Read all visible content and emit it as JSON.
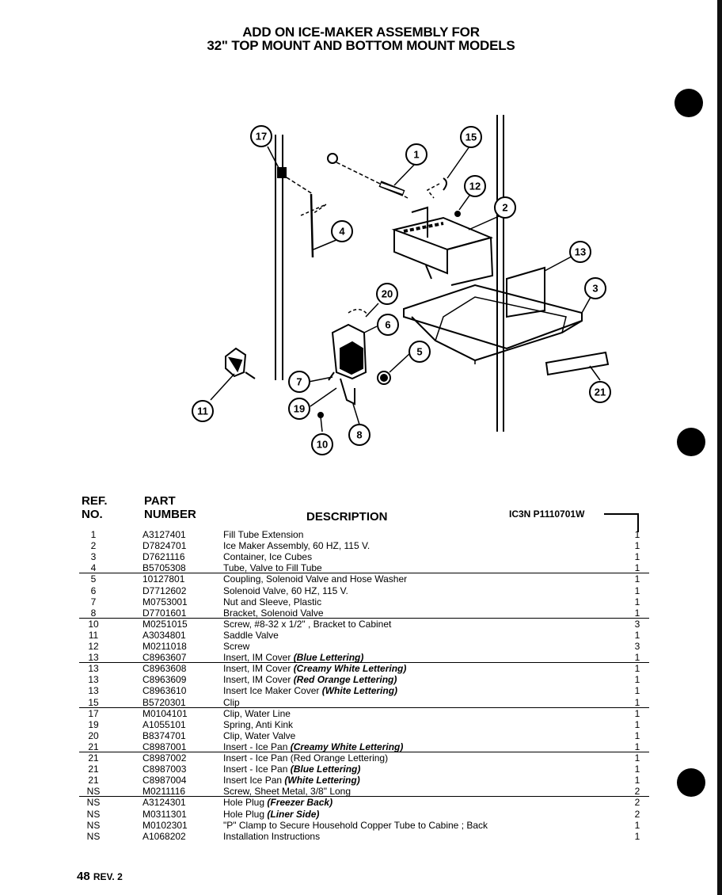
{
  "title": {
    "line1": "ADD ON ICE-MAKER ASSEMBLY FOR",
    "line2": "32\" TOP MOUNT AND BOTTOM MOUNT MODELS"
  },
  "callouts": [
    "1",
    "2",
    "3",
    "4",
    "5",
    "6",
    "7",
    "8",
    "10",
    "11",
    "12",
    "13",
    "15",
    "17",
    "19",
    "20",
    "21"
  ],
  "table": {
    "headers": {
      "ref_line1": "REF.",
      "ref_line2": "NO.",
      "part_line1": "PART",
      "part_line2": "NUMBER",
      "description": "DESCRIPTION"
    },
    "code": "IC3N  P1110701W",
    "rows": [
      {
        "ref": "1",
        "part": "A3127401",
        "desc": "Fill Tube Extension",
        "note": "",
        "qty": "1"
      },
      {
        "ref": "2",
        "part": "D7824701",
        "desc": "Ice Maker Assembly, 60 HZ, 115 V.",
        "note": "",
        "qty": "1"
      },
      {
        "ref": "3",
        "part": "D7621116",
        "desc": "Container, Ice Cubes",
        "note": "",
        "qty": "1"
      },
      {
        "ref": "4",
        "part": "B5705308",
        "desc": "Tube, Valve to Fill Tube",
        "note": "",
        "qty": "1"
      },
      {
        "ref": "5",
        "part": "10127801",
        "desc": "Coupling, Solenoid Valve and Hose Washer",
        "note": "",
        "qty": "1"
      },
      {
        "ref": "6",
        "part": "D7712602",
        "desc": "Solenoid Valve, 60 HZ, 115 V.",
        "note": "",
        "qty": "1"
      },
      {
        "ref": "7",
        "part": "M0753001",
        "desc": "Nut and Sleeve, Plastic",
        "note": "",
        "qty": "1"
      },
      {
        "ref": "8",
        "part": "D7701601",
        "desc": "Bracket, Solenoid Valve",
        "note": "",
        "qty": "1"
      },
      {
        "ref": "10",
        "part": "M0251015",
        "desc": "Screw, #8-32 x 1/2\" , Bracket to Cabinet",
        "note": "",
        "qty": "3"
      },
      {
        "ref": "11",
        "part": "A3034801",
        "desc": "Saddle Valve",
        "note": "",
        "qty": "1"
      },
      {
        "ref": "12",
        "part": "M0211018",
        "desc": "Screw",
        "note": "",
        "qty": "3"
      },
      {
        "ref": "13",
        "part": "C8963607",
        "desc": "Insert, IM Cover ",
        "note": "(Blue Lettering)",
        "qty": "1"
      },
      {
        "ref": "13",
        "part": "C8963608",
        "desc": "Insert, IM Cover ",
        "note": "(Creamy White Lettering)",
        "qty": "1"
      },
      {
        "ref": "13",
        "part": "C8963609",
        "desc": "Insert, IM Cover ",
        "note": "(Red Orange Lettering)",
        "qty": "1"
      },
      {
        "ref": "13",
        "part": "C8963610",
        "desc": "Insert Ice Maker Cover ",
        "note": "(White Lettering)",
        "qty": "1"
      },
      {
        "ref": "15",
        "part": "B5720301",
        "desc": "Clip",
        "note": "",
        "qty": "1"
      },
      {
        "ref": "17",
        "part": "M0104101",
        "desc": "Clip, Water Line",
        "note": "",
        "qty": "1"
      },
      {
        "ref": "19",
        "part": "A1055101",
        "desc": "Spring, Anti Kink",
        "note": "",
        "qty": "1"
      },
      {
        "ref": "20",
        "part": "B8374701",
        "desc": "Clip, Water Valve",
        "note": "",
        "qty": "1"
      },
      {
        "ref": "21",
        "part": "C8987001",
        "desc": "Insert - Ice Pan ",
        "note": "(Creamy White Lettering)",
        "qty": "1"
      },
      {
        "ref": "21",
        "part": "C8987002",
        "desc": "Insert - Ice Pan (Red Orange Lettering)",
        "note": "",
        "qty": "1"
      },
      {
        "ref": "21",
        "part": "C8987003",
        "desc": "Insert - Ice Pan ",
        "note": "(Blue Lettering)",
        "qty": "1"
      },
      {
        "ref": "21",
        "part": "C8987004",
        "desc": "Insert Ice Pan ",
        "note": "(White Lettering)",
        "qty": "1"
      },
      {
        "ref": "NS",
        "part": "M0211116",
        "desc": "Screw, Sheet Metal, 3/8\" Long",
        "note": "",
        "qty": "2"
      },
      {
        "ref": "NS",
        "part": "A3124301",
        "desc": "Hole Plug ",
        "note": "(Freezer Back)",
        "qty": "2"
      },
      {
        "ref": "NS",
        "part": "M0311301",
        "desc": "Hole Plug ",
        "note": "(Liner Side)",
        "qty": "2"
      },
      {
        "ref": "NS",
        "part": "M0102301",
        "desc": "\"P\" Clamp to Secure Household Copper Tube to Cabine ; Back",
        "note": "",
        "qty": "1"
      },
      {
        "ref": "NS",
        "part": "A1068202",
        "desc": "Installation Instructions",
        "note": "",
        "qty": "1"
      }
    ]
  },
  "footer": {
    "page": "48",
    "rev": "REV. 2"
  },
  "colors": {
    "ink": "#000000",
    "paper": "#ffffff"
  }
}
